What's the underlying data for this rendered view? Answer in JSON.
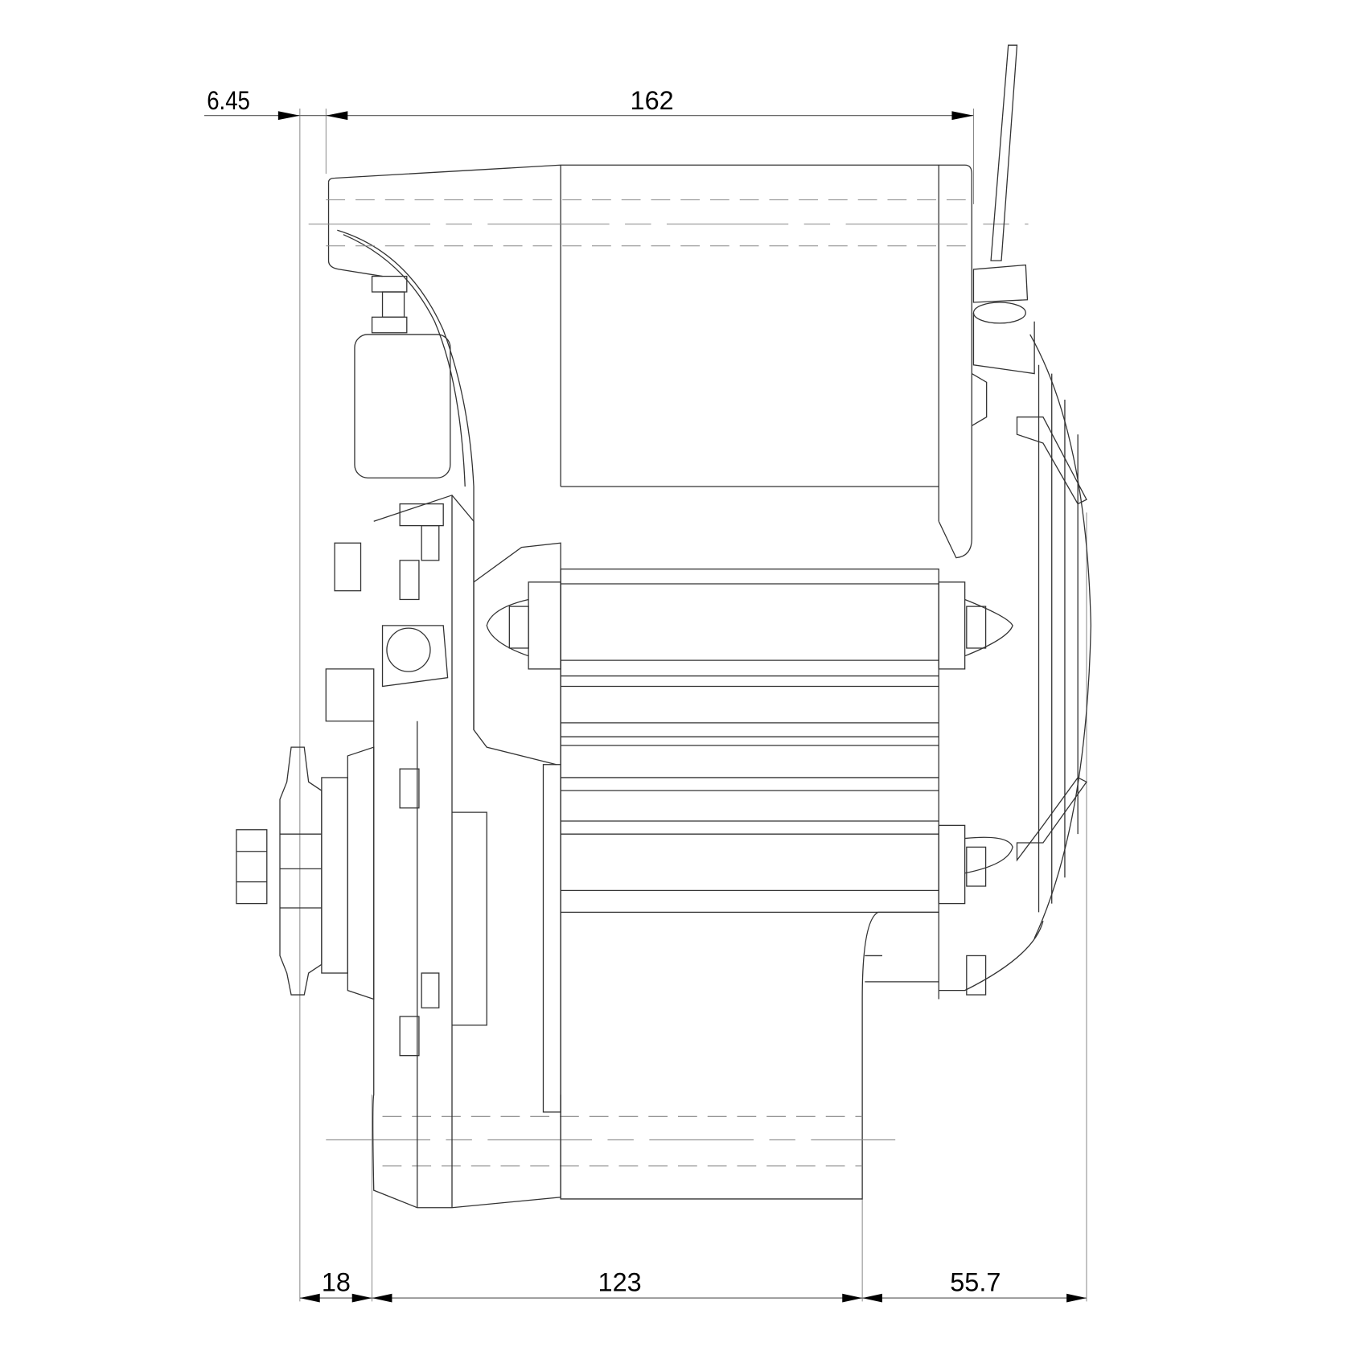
{
  "drawing": {
    "subject": "motor-side-view",
    "dimensions": {
      "offset_top_left": "6.45",
      "overall_length": "162",
      "sprocket_offset": "18",
      "body_length": "123",
      "rear_cap": "55.7"
    }
  }
}
